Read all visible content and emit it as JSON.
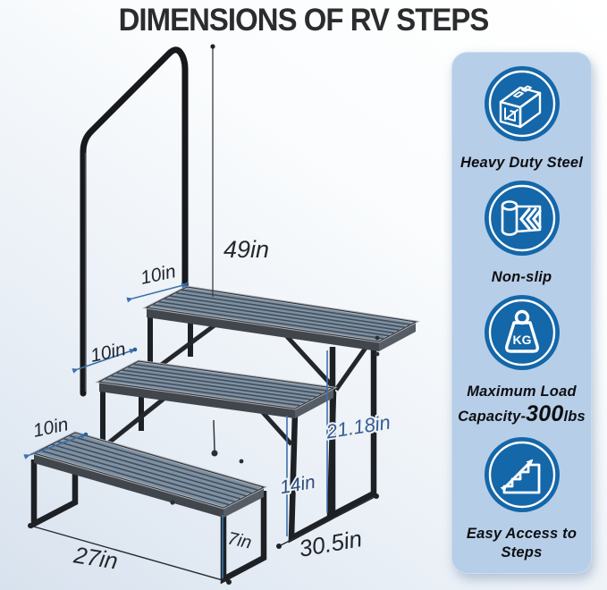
{
  "title": "DIMENSIONS OF RV STEPS",
  "diagram": {
    "dimensions": {
      "rail_height": "49in",
      "top_step_depth": "10in",
      "middle_step_depth": "10in",
      "bottom_step_depth": "10in",
      "step_width": "27in",
      "bottom_step_height": "7in",
      "base_length": "30.5in",
      "middle_frame_height": "14in",
      "top_frame_height": "21.18in"
    }
  },
  "sidebar": {
    "features": [
      {
        "icon": "steel-beam-icon",
        "label": "Heavy Duty Steel"
      },
      {
        "icon": "non-slip-roll-icon",
        "label": "Non-slip"
      },
      {
        "icon": "kg-weight-icon",
        "label_line1": "Maximum Load",
        "label_line2_prefix": "Capacity-",
        "label_line2_value": "300",
        "label_line2_suffix": "lbs"
      },
      {
        "icon": "stairs-arrow-icon",
        "label": "Easy Access to Steps"
      }
    ]
  },
  "colors": {
    "accent_blue": "#1467a9",
    "panel_blue": "#b7cee8",
    "dimension_blue": "#3c72ab",
    "title_color": "#2b2c2e"
  }
}
